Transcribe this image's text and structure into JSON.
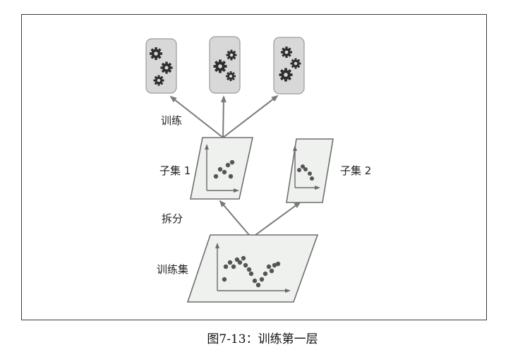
{
  "diagram": {
    "label_train": "训练",
    "label_subset1": "子集 1",
    "label_subset2": "子集 2",
    "label_split": "拆分",
    "label_training_set": "训练集",
    "colors": {
      "panel_fill": "#eef1ee",
      "panel_stroke": "#6e6e6e",
      "arrow": "#7a7a7a",
      "dot": "#555555",
      "gear_box": "#d8d8d8",
      "gear": "#2e2e2e"
    },
    "model_icons": [
      "gears-icon",
      "gears-icon",
      "gears-icon"
    ]
  },
  "caption": "图7-13：训练第一层"
}
